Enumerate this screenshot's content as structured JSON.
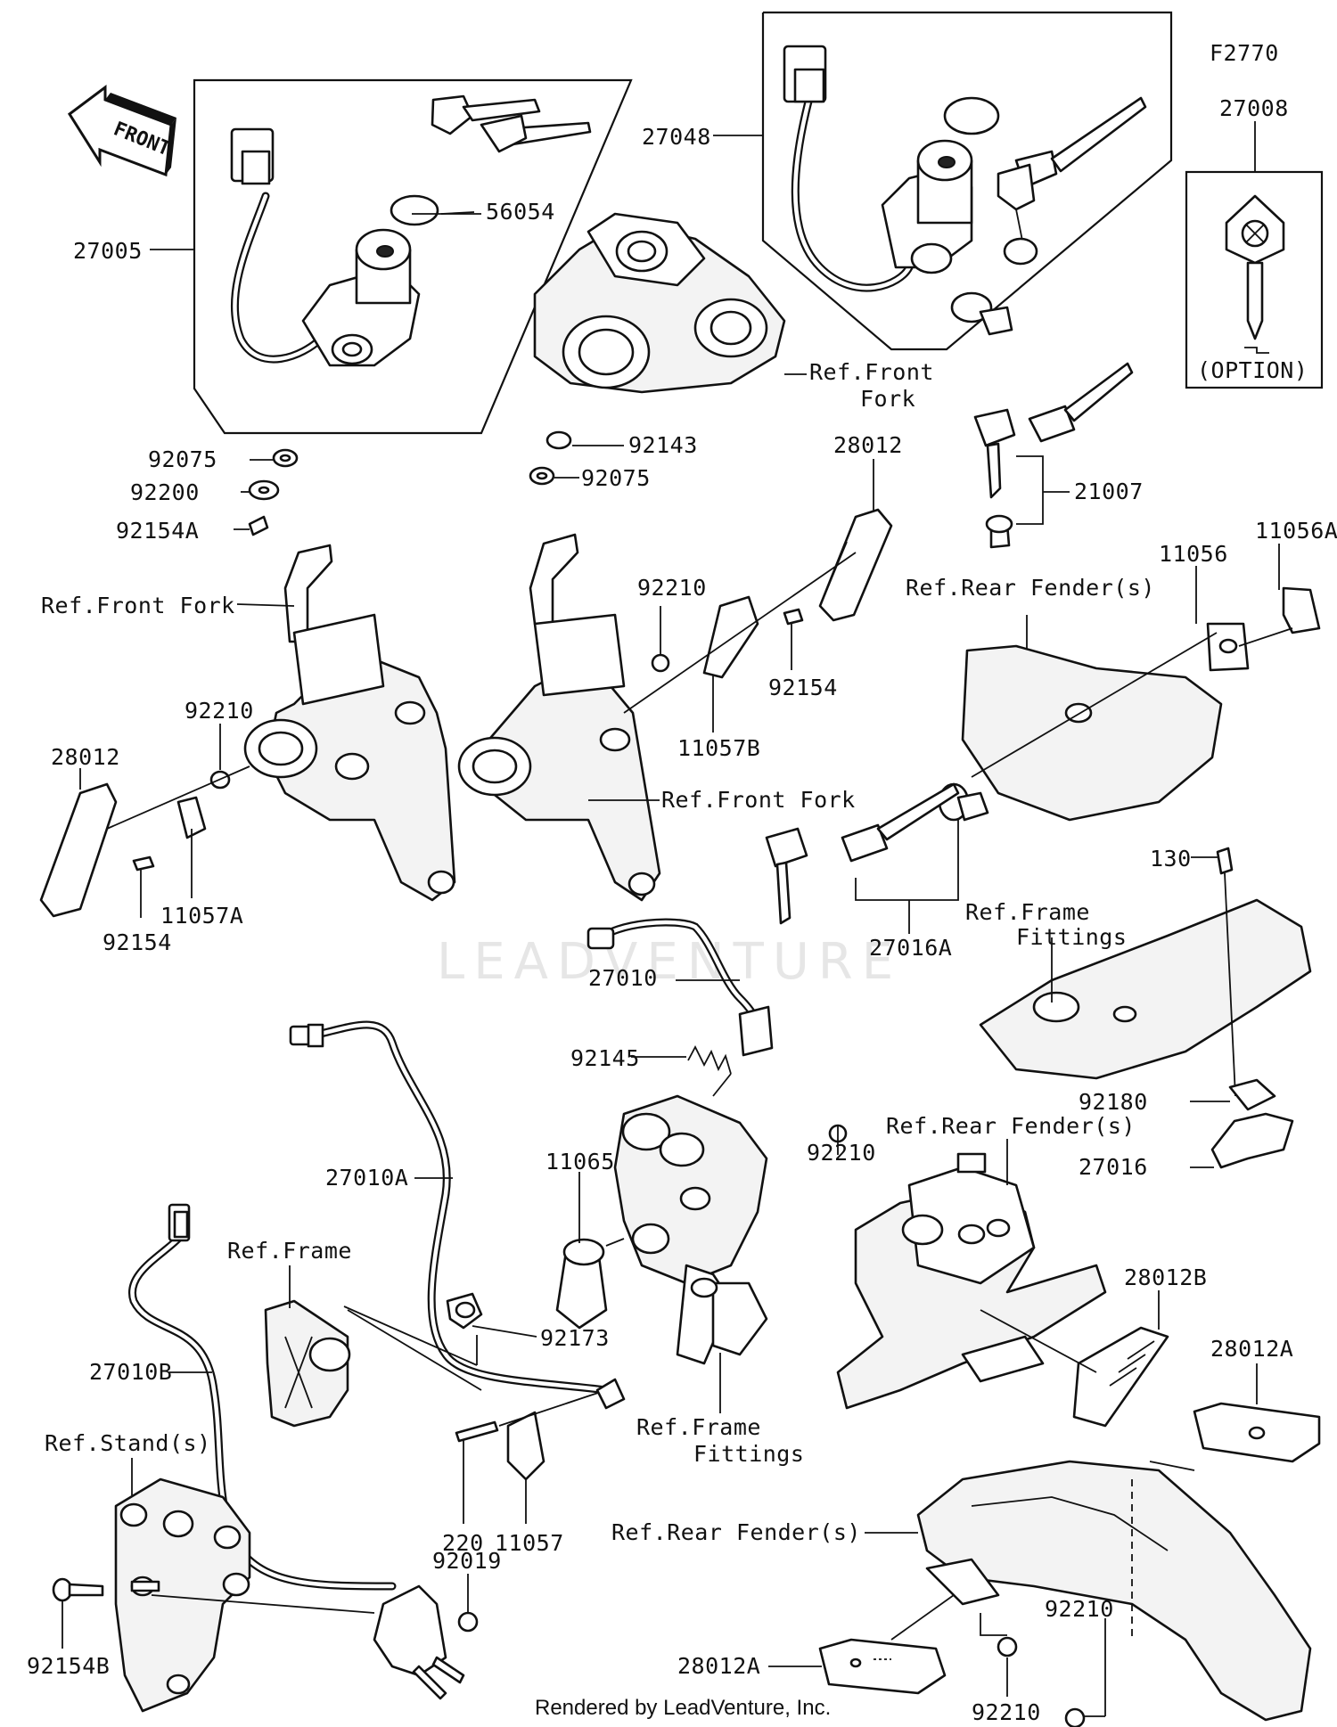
{
  "figure_code": "F2770",
  "front_label": "FRONT",
  "watermark": "LEADVENTURE",
  "footer": "Rendered by LeadVenture, Inc.",
  "option_label": "(OPTION)",
  "callouts": {
    "p27005": "27005",
    "p56054": "56054",
    "p27048": "27048",
    "p27008": "27008",
    "p92075a": "92075",
    "p92200": "92200",
    "p92154a": "92154A",
    "p92143": "92143",
    "p92075b": "92075",
    "ref_front_fork_top_1": "Ref.Front",
    "ref_front_fork_top_2": "Fork",
    "p28012a": "28012",
    "p21007": "21007",
    "p11056a": "11056A",
    "p11056": "11056",
    "ref_rear_fender_1": "Ref.Rear Fender(s)",
    "ref_front_fork_left": "Ref.Front Fork",
    "p92210a": "92210",
    "p92154c": "92154",
    "p11057b": "11057B",
    "p92210b": "92210",
    "p28012b": "28012",
    "p92154d": "92154",
    "p11057a": "11057A",
    "ref_front_fork_mid": "Ref.Front Fork",
    "p130": "130",
    "ref_frame_fittings_1a": "Ref.Frame",
    "ref_frame_fittings_1b": "Fittings",
    "p27016a": "27016A",
    "p27010": "27010",
    "p92145": "92145",
    "p92180": "92180",
    "ref_rear_fender_2": "Ref.Rear Fender(s)",
    "p27016": "27016",
    "p92210c": "92210",
    "p27010a": "27010A",
    "p11065": "11065",
    "ref_frame": "Ref.Frame",
    "p28012bb": "28012B",
    "p28012aa": "28012A",
    "p27010b": "27010B",
    "p92173": "92173",
    "ref_frame_fittings_2a": "Ref.Frame",
    "ref_frame_fittings_2b": "Fittings",
    "ref_stands": "Ref.Stand(s)",
    "p220": "220",
    "p11057": "11057",
    "ref_rear_fender_3": "Ref.Rear Fender(s)",
    "p92019": "92019",
    "p92154b": "92154B",
    "p28012a2": "28012A",
    "p92210d": "92210",
    "p92210e": "92210"
  }
}
